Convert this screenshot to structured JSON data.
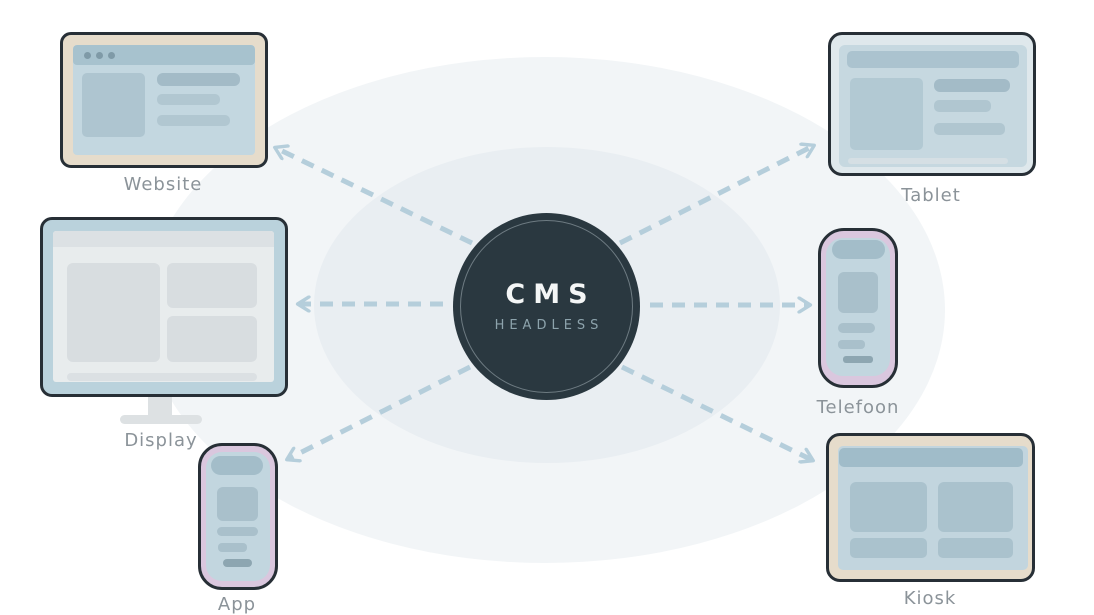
{
  "hub": {
    "title": "CMS",
    "subtitle": "HEADLESS",
    "circle_color": "#2a3840",
    "ring_color": "#dcebf0",
    "title_color": "#f4f6f6",
    "subtitle_color": "#8da3ac"
  },
  "connectors": {
    "style": "dashed",
    "color": "#b5cedb",
    "count": 6,
    "direction": "outward from hub to each device"
  },
  "background": {
    "page_color": "#ffffff",
    "outer_ellipse_color": "#f2f5f7",
    "inner_ellipse_color": "#e9eef2"
  },
  "devices": [
    {
      "id": "website",
      "label": "Website",
      "kind": "browser-window",
      "body_color": "#e6dccb"
    },
    {
      "id": "tablet",
      "label": "Tablet",
      "kind": "tablet",
      "body_color": "#dfe8ec"
    },
    {
      "id": "display",
      "label": "Display",
      "kind": "monitor",
      "body_color": "#bad2dc"
    },
    {
      "id": "telefoon",
      "label": "Telefoon",
      "kind": "phone",
      "body_color": "#dac7de"
    },
    {
      "id": "app",
      "label": "App",
      "kind": "phone",
      "body_color": "#dac7de"
    },
    {
      "id": "kiosk",
      "label": "Kiosk",
      "kind": "kiosk-screen",
      "body_color": "#e6dccb"
    }
  ],
  "palette": {
    "device_border": "#272f36",
    "screen_blue": "#c3d7e0",
    "ui_block_blue": "#a7c2ce",
    "ui_block_blue_light": "#b1c7d1",
    "monitor_screen_gray": "#e8eced",
    "monitor_block_gray": "#d8dde0",
    "label_gray": "#8b9399"
  }
}
